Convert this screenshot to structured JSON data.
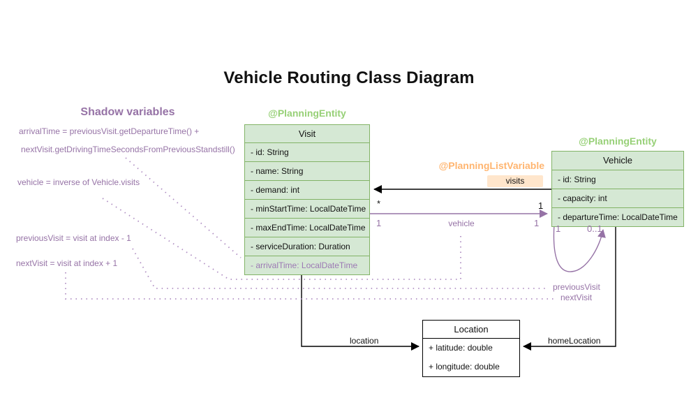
{
  "title": "Vehicle Routing Class Diagram",
  "shadow_panel": {
    "heading": "Shadow variables",
    "annotations": [
      "arrivalTime = previousVisit.getDepartureTime() +",
      "nextVisit.getDrivingTimeSecondsFromPreviousStandstill()",
      "vehicle = inverse of Vehicle.visits",
      "previousVisit = visit at index - 1",
      "nextVisit = visit at index + 1"
    ]
  },
  "classes": {
    "visit": {
      "stereotype": "@PlanningEntity",
      "name": "Visit",
      "fields": [
        "- id: String",
        "- name: String",
        "- demand: int",
        "- minStartTime: LocalDateTime",
        "- maxEndTime: LocalDateTime",
        "- serviceDuration: Duration",
        "- arrivalTime: LocalDateTime"
      ]
    },
    "vehicle": {
      "stereotype": "@PlanningEntity",
      "name": "Vehicle",
      "fields": [
        "- id: String",
        "- capacity: int",
        "- departureTime: LocalDateTime"
      ]
    },
    "location": {
      "name": "Location",
      "fields": [
        "+ latitude: double",
        "+ longitude: double"
      ]
    }
  },
  "relationships": {
    "visits": {
      "stereotype": "@PlanningListVariable",
      "label": "visits",
      "visit_multiplicity": "*",
      "vehicle_multiplicity": "1"
    },
    "vehicle_ref": {
      "label": "vehicle",
      "visit_multiplicity": "1",
      "vehicle_multiplicity": "1"
    },
    "self_loop": {
      "source_multiplicity": "1",
      "target_multiplicity": "0..1",
      "label_previous": "previousVisit",
      "label_next": "nextVisit"
    },
    "location_ref": {
      "label": "location"
    },
    "home_location_ref": {
      "label": "homeLocation"
    }
  },
  "colors": {
    "entity_fill": "#d5e8d4",
    "entity_border": "#82b366",
    "entity_stereotype_text": "#97d077",
    "list_variable_text": "#ffb570",
    "visits_chip_bg": "#ffe6cc",
    "shadow_purple": "#9673a6",
    "plain_border": "#000000"
  }
}
